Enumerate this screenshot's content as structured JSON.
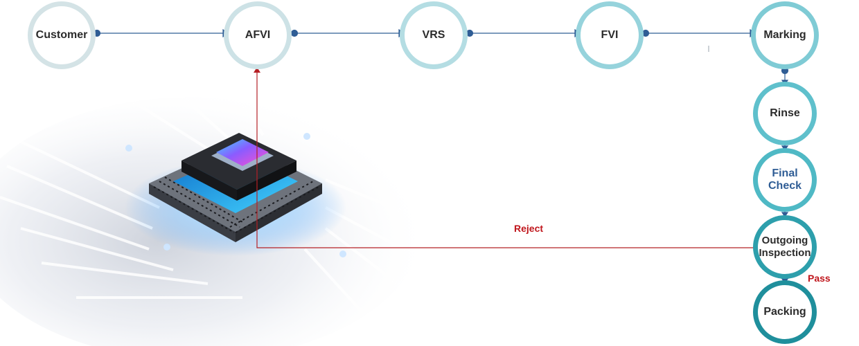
{
  "nodes": {
    "customer": "Customer",
    "afvi": "AFVI",
    "vrs": "VRS",
    "fvi": "FVI",
    "marking": "Marking",
    "rinse": "Rinse",
    "final_check_line1": "Final",
    "final_check_line2": "Check",
    "outgoing_line1": "Outgoing",
    "outgoing_line2": "Inspection",
    "packing": "Packing"
  },
  "edge_labels": {
    "reject": "Reject",
    "pass": "Pass"
  },
  "colors": {
    "flow_line": "#2f5d95",
    "reject_line": "#b52025",
    "ring_light": "#d4e3e6",
    "ring_mid": "#a8d8df",
    "ring_teal": "#4fb9c5",
    "ring_dark": "#1f8f9c",
    "final_check_text": "#2f5d95"
  }
}
